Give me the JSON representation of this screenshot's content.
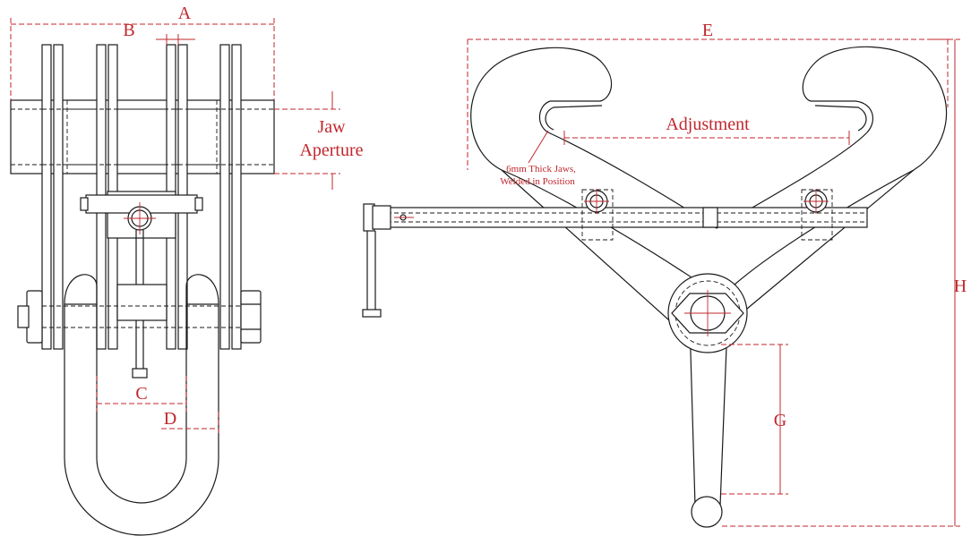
{
  "colors": {
    "dimension": "#c0272d",
    "outline": "#1a1a1a",
    "background": "#ffffff"
  },
  "labels": {
    "a": "A",
    "b": "B",
    "c": "C",
    "d": "D",
    "e": "E",
    "g": "G",
    "h": "H",
    "jaw_line1": "Jaw",
    "jaw_line2": "Aperture",
    "adjustment": "Adjustment",
    "jaws_note_line1": "6mm Thick Jaws,",
    "jaws_note_line2": "Welded in Position"
  }
}
